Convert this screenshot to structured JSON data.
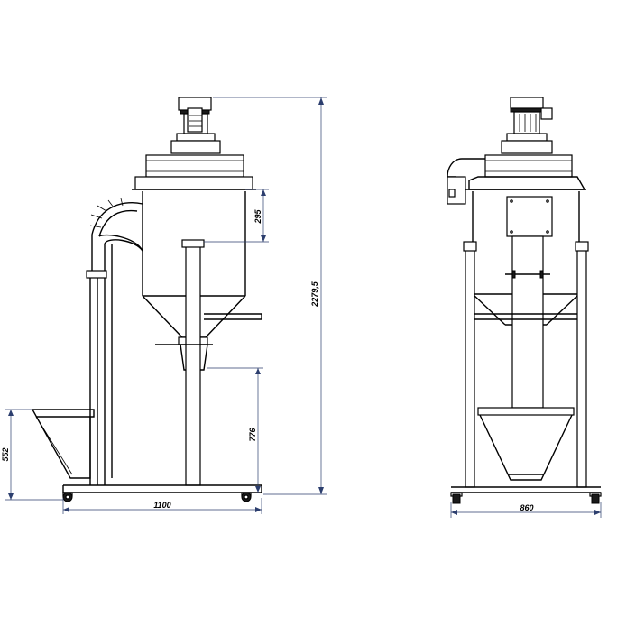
{
  "dimensions": {
    "total_height": "2279,5",
    "hopper_offset": "295",
    "outlet_height": "776",
    "bin_height": "552",
    "side_width": "1100",
    "front_width": "860"
  },
  "colors": {
    "line": "#000000",
    "dimension_line": "#2c3e6e",
    "background": "#ffffff"
  }
}
